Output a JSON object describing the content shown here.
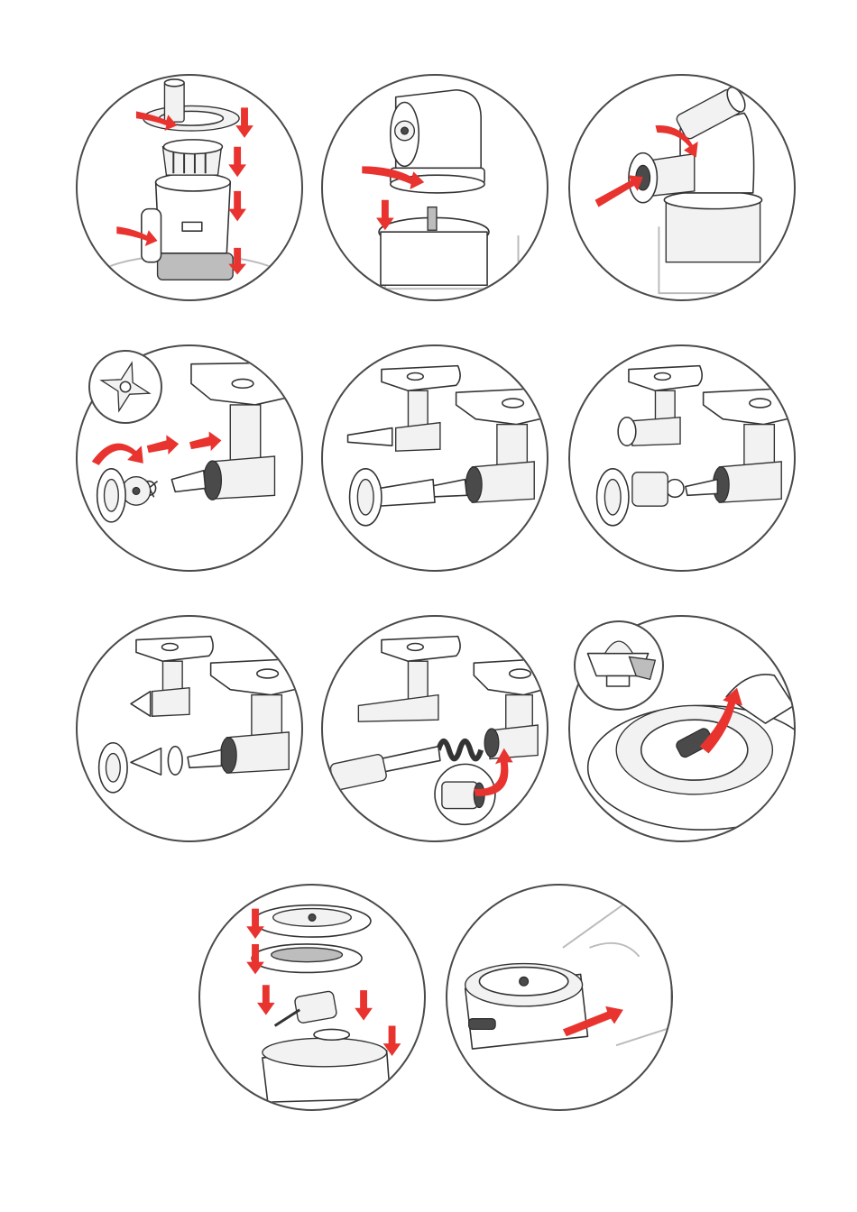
{
  "page": {
    "description_visible_text": "",
    "colors": {
      "outline": "#4a4a4a",
      "arrow": "#e8332f",
      "shade": "#bdbdbd",
      "background": "#ffffff"
    }
  },
  "panels": [
    {
      "id": "juicer-assembly",
      "icon": "juicer-stack-icon",
      "arrows": 6
    },
    {
      "id": "head-mount",
      "icon": "drive-head-icon",
      "arrows": 2
    },
    {
      "id": "tube-attach",
      "icon": "tube-connector-icon",
      "arrows": 2
    },
    {
      "id": "mincer-assembly",
      "icon": "meat-mincer-icon",
      "arrows": 3
    },
    {
      "id": "sausage-nozzle",
      "icon": "sausage-cone-icon",
      "arrows": 0
    },
    {
      "id": "kebbe-attachment",
      "icon": "kebbe-disc-icon",
      "arrows": 0
    },
    {
      "id": "citrus-cone-mincer",
      "icon": "citrus-cone-icon",
      "arrows": 0
    },
    {
      "id": "pasta-extruder",
      "icon": "pasta-screw-icon",
      "arrows": 1
    },
    {
      "id": "citrus-press-base",
      "icon": "citrus-press-icon",
      "arrows": 1
    },
    {
      "id": "slicer-discs",
      "icon": "slicer-disc-icon",
      "arrows": 5
    },
    {
      "id": "slicer-insert",
      "icon": "slicer-housing-icon",
      "arrows": 1
    }
  ]
}
